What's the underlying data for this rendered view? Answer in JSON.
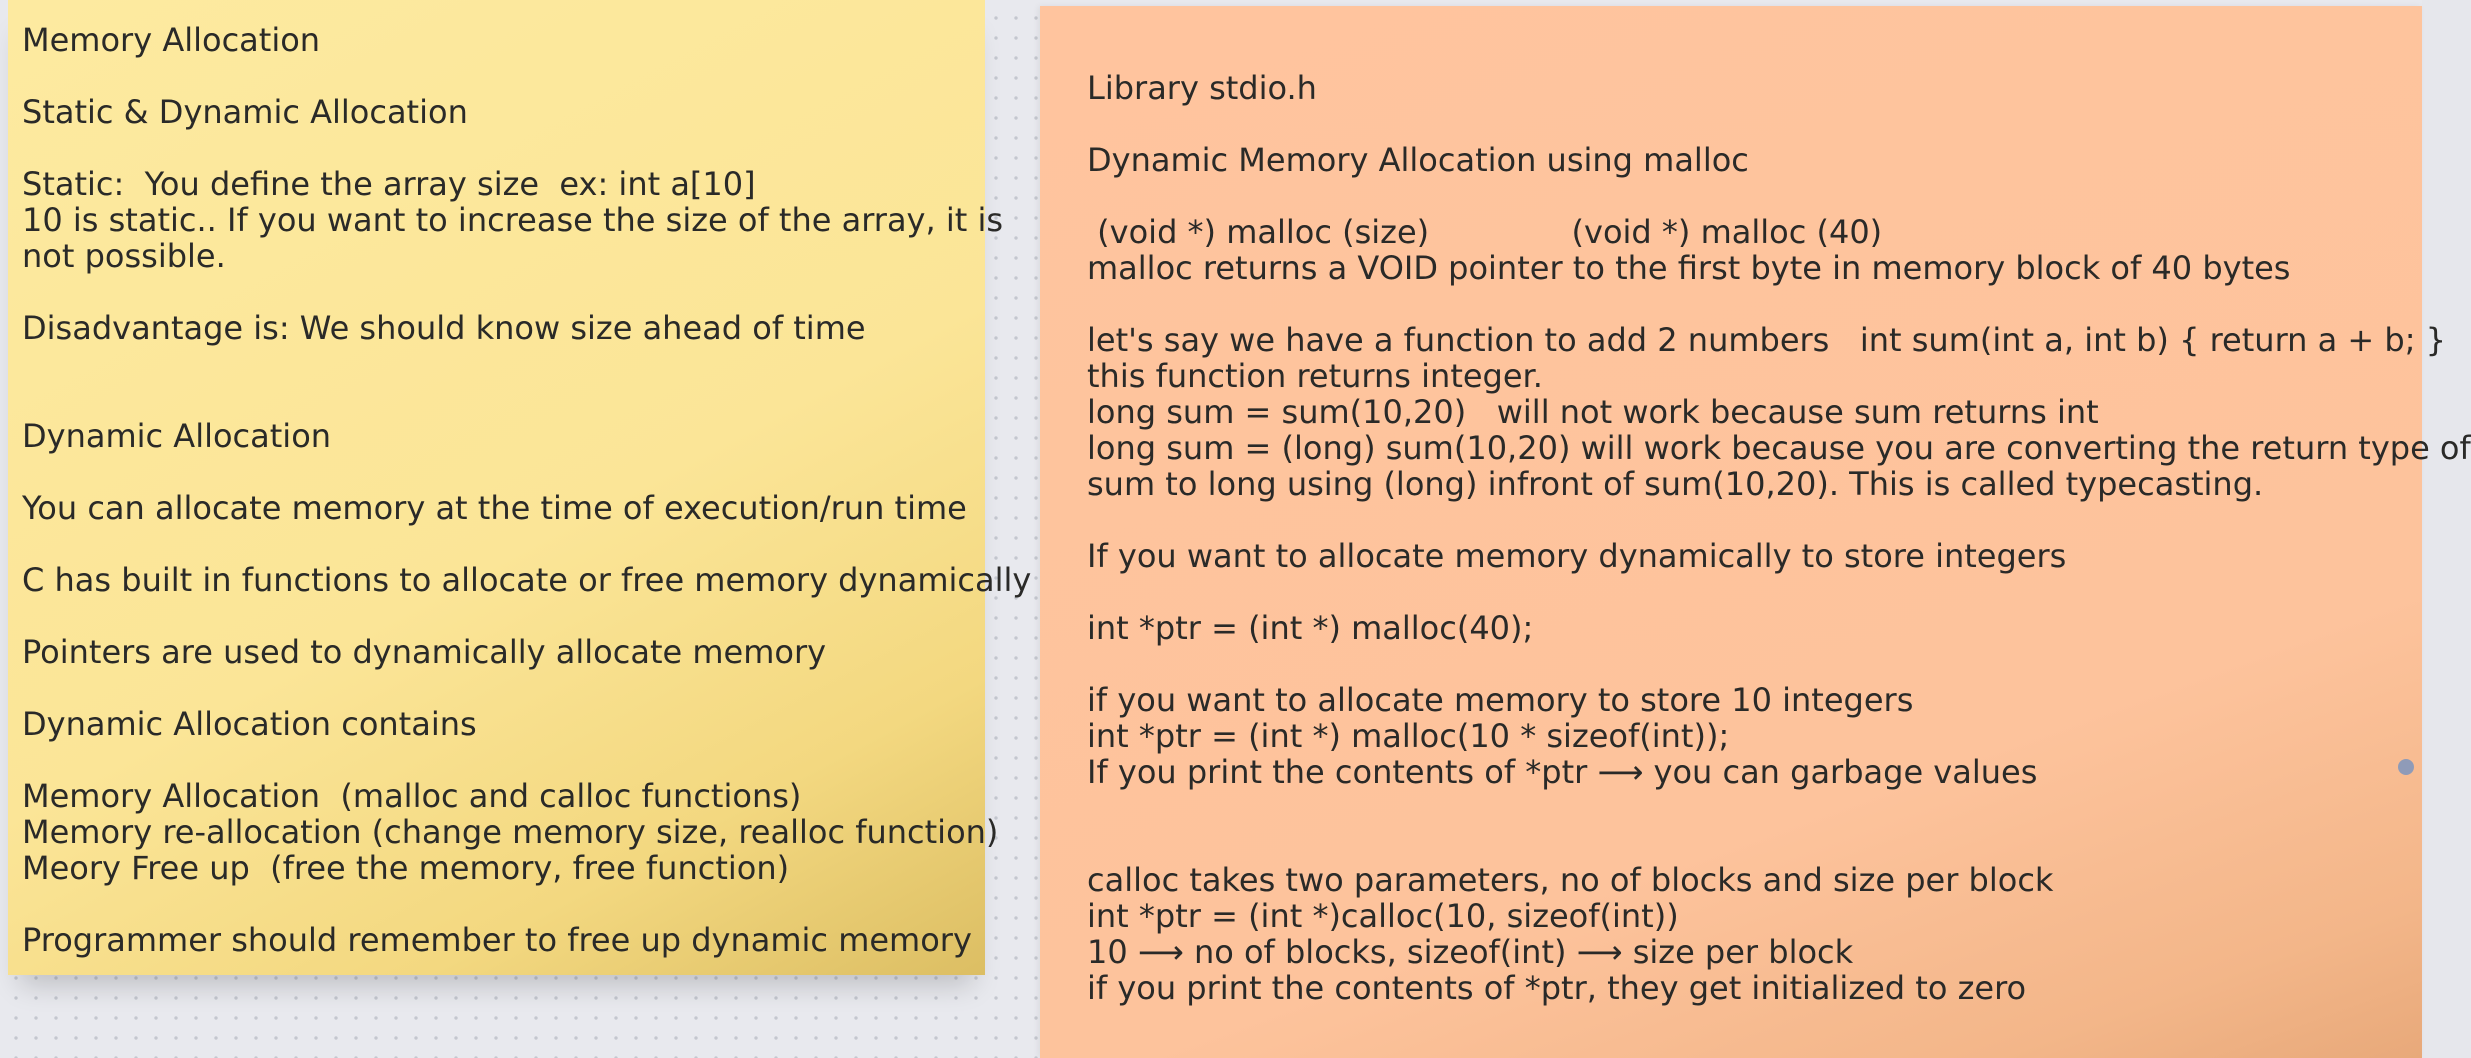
{
  "yellow_note": {
    "lines": [
      "Memory Allocation",
      "",
      "Static & Dynamic Allocation",
      "",
      "Static:  You define the array size  ex: int a[10]",
      "10 is static.. If you want to increase the size of the array, it is",
      "not possible.",
      "",
      "Disadvantage is: We should know size ahead of time",
      "",
      "",
      "Dynamic Allocation",
      "",
      "You can allocate memory at the time of execution/run time",
      "",
      "C has built in functions to allocate or free memory dynamically",
      "",
      "Pointers are used to dynamically allocate memory",
      "",
      "Dynamic Allocation contains",
      "",
      "Memory Allocation  (malloc and calloc functions)",
      "Memory re-allocation (change memory size, realloc function)",
      "Meory Free up  (free the memory, free function)",
      "",
      "Programmer should remember to free up dynamic memory"
    ]
  },
  "orange_note": {
    "lines": [
      "Library stdio.h",
      "",
      "Dynamic Memory Allocation using malloc",
      "",
      " (void *) malloc (size)              (void *) malloc (40)",
      "malloc returns a VOID pointer to the first byte in memory block of 40 bytes",
      "",
      "let's say we have a function to add 2 numbers   int sum(int a, int b) { return a + b; }",
      "this function returns integer.",
      "long sum = sum(10,20)   will not work because sum returns int",
      "long sum = (long) sum(10,20) will work because you are converting the return type of",
      "sum to long using (long) infront of sum(10,20). This is called typecasting.",
      "",
      "If you want to allocate memory dynamically to store integers",
      "",
      "int *ptr = (int *) malloc(40);",
      "",
      "if you want to allocate memory to store 10 integers",
      "int *ptr = (int *) malloc(10 * sizeof(int));",
      "If you print the contents of *ptr ⟶ you can garbage values",
      "",
      "",
      "calloc takes two parameters, no of blocks and size per block",
      "int *ptr = (int *)calloc(10, sizeof(int))",
      "10 ⟶ no of blocks, sizeof(int) ⟶ size per block",
      "if you print the contents of *ptr, they get initialized to zero"
    ]
  },
  "colors": {
    "canvas": "#e8e9ee",
    "yellow_note": "#fbe597",
    "orange_note": "#fdc39c",
    "text": "#2a2a28",
    "scroll_indicator": "#8f9bb8"
  }
}
